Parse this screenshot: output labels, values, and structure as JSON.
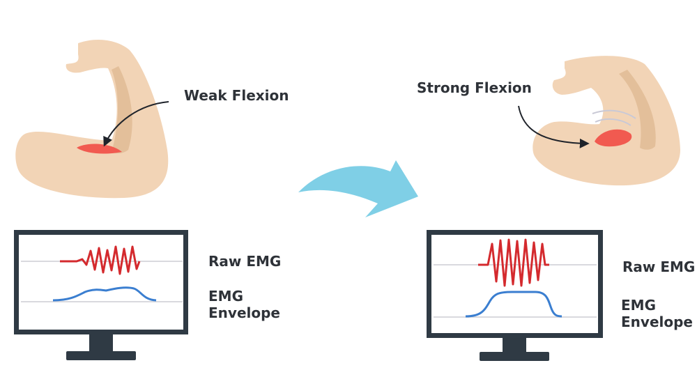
{
  "left": {
    "annotation": "Weak Flexion",
    "raw_label": "Raw EMG",
    "envelope_label": [
      "EMG",
      "Envelope"
    ]
  },
  "right": {
    "annotation": "Strong Flexion",
    "raw_label": "Raw EMG",
    "envelope_label": [
      "EMG",
      "Envelope"
    ]
  },
  "colors": {
    "skin": "#f2d4b6",
    "skin_shadow": "#e3bf9a",
    "muscle": "#f15a50",
    "raw_signal": "#d42a2e",
    "envelope": "#3a7ed0",
    "monitor": "#2f3a44",
    "transition_arrow": "#7fcfe6",
    "label_text": "#2e3238"
  }
}
